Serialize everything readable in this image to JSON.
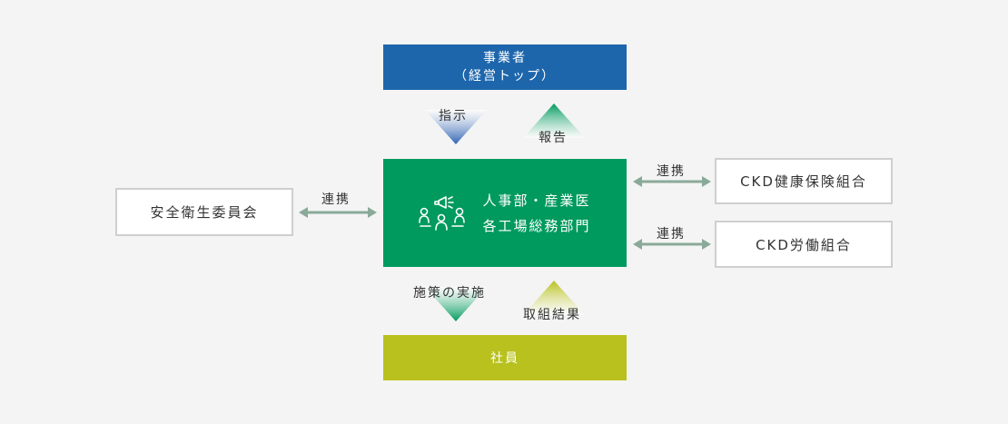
{
  "top": {
    "line1": "事業者",
    "line2": "（経営トップ）"
  },
  "center": {
    "line1": "人事部・産業医",
    "line2": "各工場総務部門"
  },
  "bottom": {
    "label": "社員"
  },
  "left": {
    "label": "安全衛生委員会"
  },
  "right": {
    "label1": "CKD健康保険組合",
    "label2": "CKD労働組合"
  },
  "arrows": {
    "instruct": "指示",
    "report": "報告",
    "implement": "施策の実施",
    "results": "取組結果",
    "cooperate_left": "連携",
    "cooperate_right_1": "連携",
    "cooperate_right_2": "連携"
  },
  "colors": {
    "top_box": "#1d66ac",
    "center_box": "#009a5e",
    "bottom_box": "#b8c11d",
    "connector": "#8aaa99"
  },
  "icons": {
    "center": "meeting-megaphone-icon"
  }
}
